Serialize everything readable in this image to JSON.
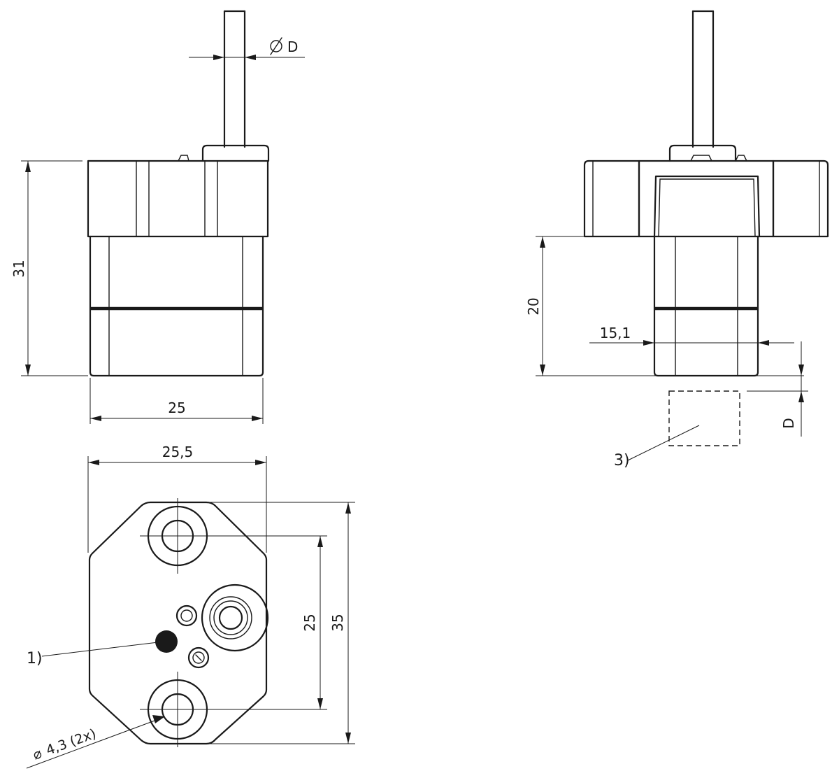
{
  "dimensions": {
    "left_height": "31",
    "left_width": "25",
    "right_height": "20",
    "right_width": "15,1",
    "right_cable_d": "D",
    "cable_diameter": "D",
    "bottom_width": "25,5",
    "bottom_hole_spacing": "25",
    "bottom_height": "35",
    "hole_note": "4,3 (2x)"
  },
  "symbols": {
    "diameter": "⌀"
  },
  "callouts": {
    "one": "1)",
    "three": "3)"
  },
  "colors": {
    "line": "#1a1a1a",
    "background": "#ffffff"
  }
}
